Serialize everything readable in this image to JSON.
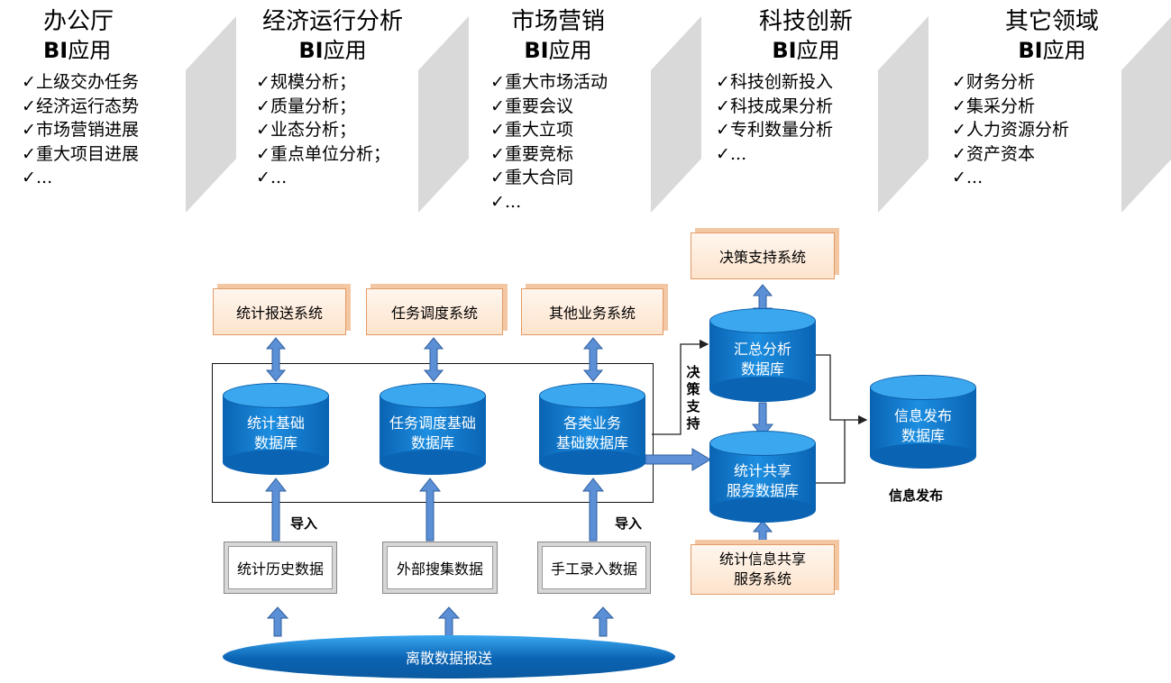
{
  "bi_columns": [
    {
      "title": "办公厅",
      "sub_bold": "BI",
      "sub_rest": "应用",
      "items": [
        "上级交办任务",
        "经济运行态势",
        "市场营销进展",
        "重大项目进展",
        "..."
      ]
    },
    {
      "title": "经济运行分析",
      "sub_bold": "BI",
      "sub_rest": "应用",
      "items": [
        "规模分析；",
        "质量分析；",
        "业态分析；",
        "重点单位分析；",
        "..."
      ]
    },
    {
      "title": "市场营销",
      "sub_bold": "BI",
      "sub_rest": "应用",
      "items": [
        "重大市场活动",
        "重要会议",
        "重大立项",
        "重要竞标",
        "重大合同",
        "..."
      ]
    },
    {
      "title": "科技创新",
      "sub_bold": "BI",
      "sub_rest": "应用",
      "items": [
        "科技创新投入",
        "科技成果分析",
        "专利数量分析",
        "..."
      ]
    },
    {
      "title": "其它领域",
      "sub_bold": "BI",
      "sub_rest": "应用",
      "items": [
        "财务分析",
        "集采分析",
        "人力资源分析",
        "资产资本",
        "..."
      ]
    }
  ],
  "check": "✓",
  "systems": {
    "decision_support": "决策支持系统",
    "stat_report": "统计报送系统",
    "task_dispatch": "任务调度系统",
    "other_business": "其他业务系统",
    "stat_share_service_line1": "统计信息共享",
    "stat_share_service_line2": "服务系统"
  },
  "databases": {
    "stat_base_line1": "统计基础",
    "stat_base_line2": "数据库",
    "task_base_line1": "任务调度基础",
    "task_base_line2": "数据库",
    "biz_base_line1": "各类业务",
    "biz_base_line2": "基础数据库",
    "summary_line1": "汇总分析",
    "summary_line2": "数据库",
    "share_line1": "统计共享",
    "share_line2": "服务数据库",
    "publish_line1": "信息发布",
    "publish_line2": "数据库"
  },
  "sources": {
    "history": "统计历史数据",
    "external": "外部搜集数据",
    "manual": "手工录入数据"
  },
  "labels": {
    "import_left": "导入",
    "import_right": "导入",
    "decision_v": [
      "决",
      "策",
      "支",
      "持"
    ],
    "info_publish": "信息发布",
    "offline_feed": "离散数据报送"
  }
}
